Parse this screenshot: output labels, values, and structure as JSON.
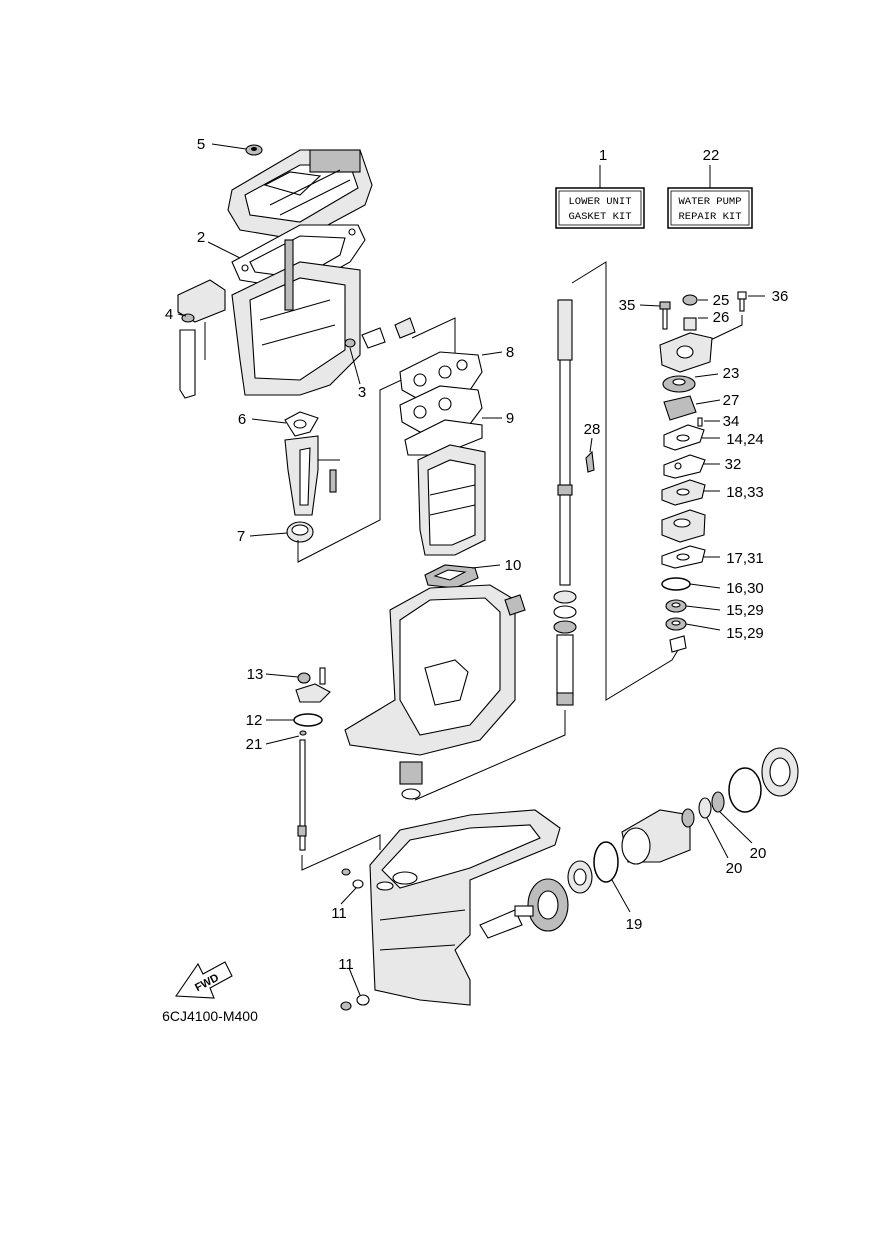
{
  "kits": [
    {
      "ref": "1",
      "line1": "LOWER UNIT",
      "line2": "GASKET KIT"
    },
    {
      "ref": "22",
      "line1": "WATER PUMP",
      "line2": "REPAIR KIT"
    }
  ],
  "callouts": {
    "c5": "5",
    "c2": "2",
    "c4": "4",
    "c3": "3",
    "c6": "6",
    "c7": "7",
    "c8": "8",
    "c9": "9",
    "c10": "10",
    "c13": "13",
    "c12": "12",
    "c21": "21",
    "c11a": "11",
    "c11b": "11",
    "c19": "19",
    "c20a": "20",
    "c20b": "20",
    "c28": "28",
    "c35": "35",
    "c25": "25",
    "c36": "36",
    "c26": "26",
    "c23": "23",
    "c27": "27",
    "c34": "34",
    "c14_24": "14,24",
    "c32": "32",
    "c18_33": "18,33",
    "c17_31": "17,31",
    "c16_30": "16,30",
    "c15_29a": "15,29",
    "c15_29b": "15,29"
  },
  "fwd_label": "FWD",
  "diagram_code": "6CJ4100-M400"
}
